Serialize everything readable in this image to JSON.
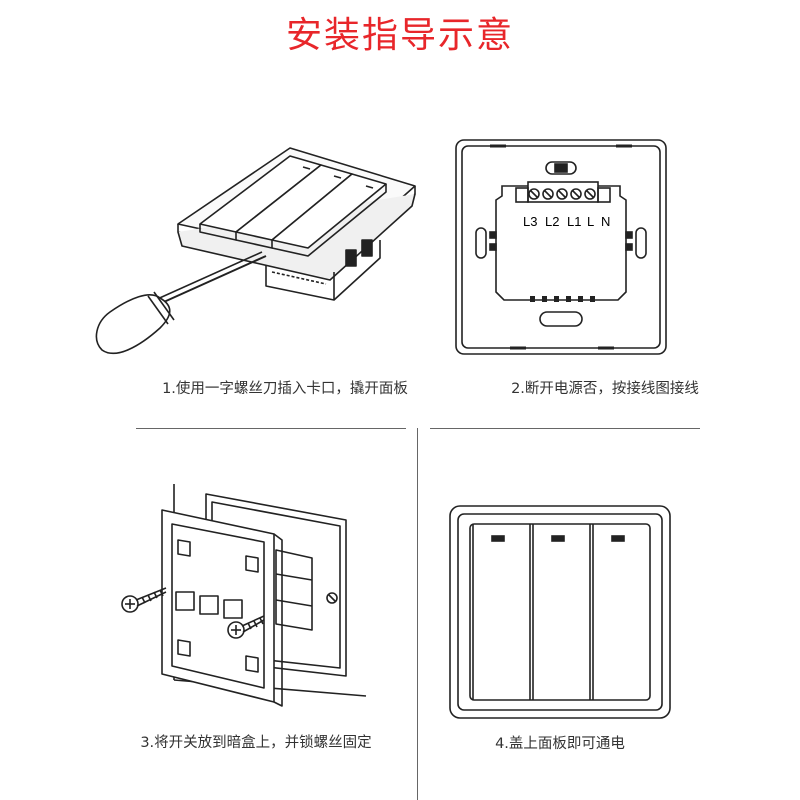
{
  "title": "安装指导示意",
  "colors": {
    "title": "#e8262a",
    "line": "#222222",
    "caption": "#333333"
  },
  "steps": [
    {
      "caption": "1.使用一字螺丝刀插入卡口，撬开面板"
    },
    {
      "caption": "2.断开电源否，按接线图接线",
      "terminals": [
        "L3",
        "L2",
        "L1",
        "L",
        "N"
      ]
    },
    {
      "caption": "3.将开关放到暗盒上，并锁螺丝固定"
    },
    {
      "caption": "4.盖上面板即可通电"
    }
  ]
}
